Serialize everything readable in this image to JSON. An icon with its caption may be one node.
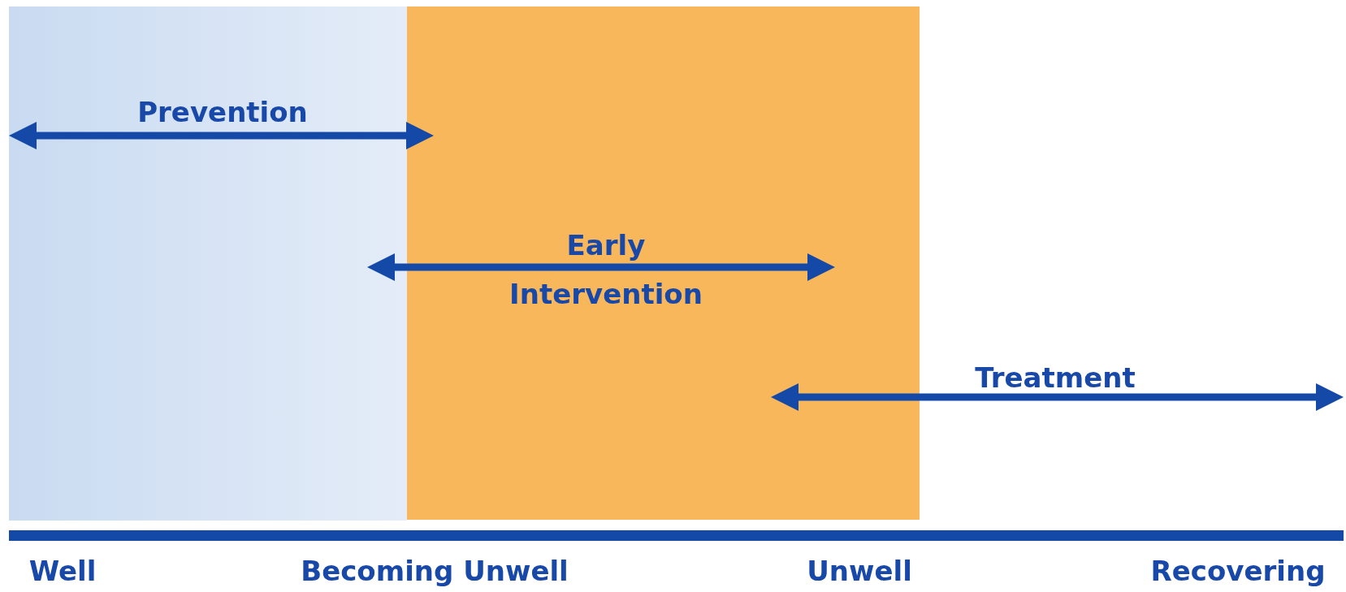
{
  "diagram": {
    "labels": [
      "Prevention",
      "Early Intervention",
      "Treatment",
      "Well",
      "Becoming Unwell",
      "Unwell",
      "Recovering"
    ]
  }
}
